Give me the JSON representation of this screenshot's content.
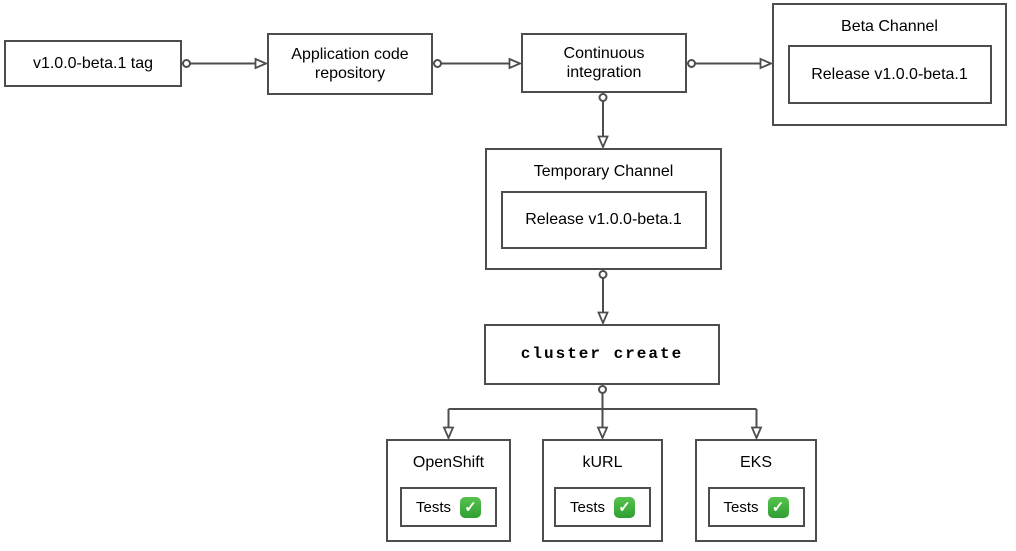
{
  "colors": {
    "stroke": "#4d4d4d",
    "text": "#000000",
    "background": "#ffffff",
    "check_green_top": "#57c34e",
    "check_green_bottom": "#2f9f31",
    "check_mark_color": "#ffffff"
  },
  "nodes": {
    "tag": {
      "label": "v1.0.0-beta.1 tag"
    },
    "app_repo": {
      "label": "Application code repository"
    },
    "ci": {
      "label": "Continuous integration"
    },
    "beta_channel": {
      "title": "Beta Channel",
      "release_label": "Release v1.0.0-beta.1"
    },
    "temp_channel": {
      "title": "Temporary Channel",
      "release_label": "Release v1.0.0-beta.1"
    },
    "cluster_create": {
      "label": "cluster create"
    },
    "clusters": [
      {
        "title": "OpenShift",
        "tests_label": "Tests"
      },
      {
        "title": "kURL",
        "tests_label": "Tests"
      },
      {
        "title": "EKS",
        "tests_label": "Tests"
      }
    ]
  },
  "icons": {
    "check_glyph": "✓"
  }
}
